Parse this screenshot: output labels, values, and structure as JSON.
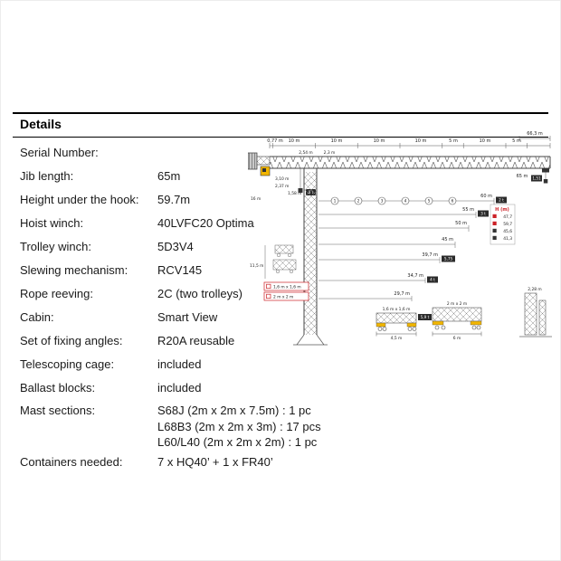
{
  "section": {
    "title": "Details"
  },
  "details": {
    "rows": [
      {
        "label": "Serial Number:",
        "value": ""
      },
      {
        "label": "Jib length:",
        "value": "65m"
      },
      {
        "label": "Height under the hook:",
        "value": "59.7m"
      },
      {
        "label": "Hoist winch:",
        "value": "40LVFC20 Optima"
      },
      {
        "label": "Trolley winch:",
        "value": "5D3V4"
      },
      {
        "label": "Slewing mechanism:",
        "value": "RCV145"
      },
      {
        "label": "Rope reeving:",
        "value": "2C (two trolleys)"
      },
      {
        "label": "Cabin:",
        "value": "Smart View"
      },
      {
        "label": "Set of fixing angles:",
        "value": "R20A reusable"
      },
      {
        "label": "Telescoping cage:",
        "value": "included"
      },
      {
        "label": "Ballast blocks:",
        "value": "included"
      },
      {
        "label": "Mast sections:",
        "value": [
          "S68J (2m x 2m x 7.5m) : 1 pc",
          "L68B3 (2m x 2m x 3m) : 17 pcs",
          "L60/L40 (2m x 2m x 2m) : 1 pc"
        ]
      },
      {
        "label": "Containers needed:",
        "value": "7 x HQ40’ + 1 x FR40’"
      }
    ]
  },
  "diagram": {
    "colors": {
      "accent_red": "#cc2127",
      "crane_yellow": "#f2b600"
    },
    "top_row": [
      "0,77 m",
      "10 m",
      "10 m",
      "10 m",
      "10 m",
      "5 m",
      "10 m",
      "5 m"
    ],
    "overall": "66,3 m",
    "second_row": [
      "2,54 m",
      "2,3 m"
    ],
    "left": {
      "h1": "3,10 m",
      "h2": "2,37 m",
      "h3": "1,58 m",
      "hook_badge": "8 t",
      "counterjib": "16 m",
      "base_height": "11,5 m"
    },
    "jib_tip": {
      "length": "65 m",
      "badge": "1,51"
    },
    "radii": [
      {
        "label": "60 m",
        "badge": "2 t"
      },
      {
        "label": "55 m",
        "badge": "3 t"
      },
      {
        "label": "50 m"
      },
      {
        "label": "45 m"
      },
      {
        "label": "39,7 m",
        "badge": "5,75"
      },
      {
        "label": "34,7 m",
        "badge": "4 t"
      },
      {
        "label": "29,7 m"
      }
    ],
    "circles": [
      "1",
      "2",
      "3",
      "4",
      "5",
      "6"
    ],
    "legend": {
      "header": "H (m)",
      "rows": [
        "47,7",
        "59,7",
        "45,6",
        "41,3"
      ]
    },
    "mast_tags": [
      "1,6 m x 1,6 m",
      "2 m x 2 m"
    ],
    "transport": {
      "a_label": "1,6 m x 1,6 m",
      "a_dim": "4,5 m",
      "a_badge": "5,9 t",
      "b_label": "2 m x 2 m",
      "b_dim": "6 m",
      "c_label": "2,28 m"
    }
  }
}
